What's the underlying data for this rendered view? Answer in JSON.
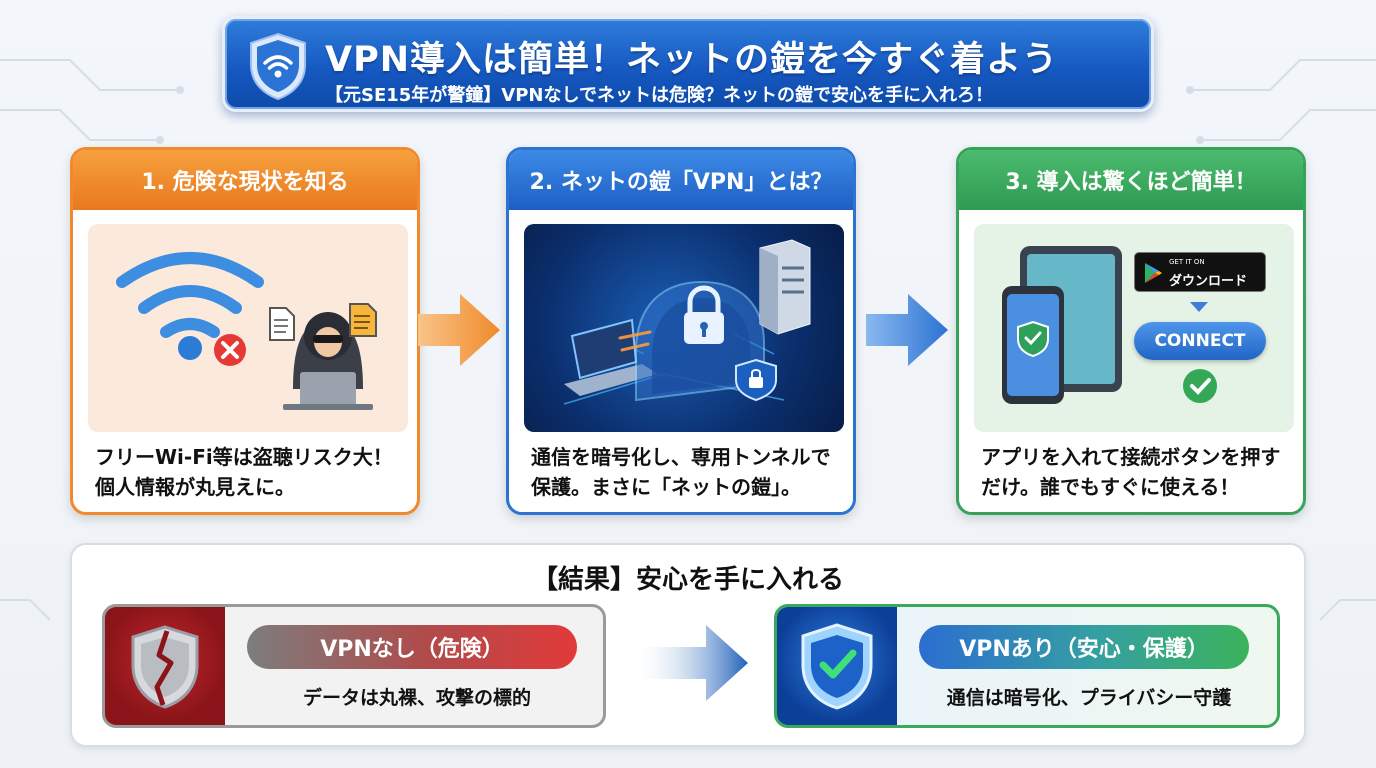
{
  "header": {
    "title": "VPN導入は簡単！ネットの鎧を今すぐ着よう",
    "subtitle": "【元SE15年が警鐘】VPNなしでネットは危険？ネットの鎧で安心を手に入れろ！"
  },
  "steps": [
    {
      "title": "1. 危険な現状を知る",
      "desc": "フリーWi-Fi等は盗聴リスク大！個人情報が丸見えに。"
    },
    {
      "title": "2. ネットの鎧「VPN」とは？",
      "desc": "通信を暗号化し、専用トンネルで保護。まさに「ネットの鎧」。"
    },
    {
      "title": "3. 導入は驚くほど簡単！",
      "desc": "アプリを入れて接続ボタンを押すだけ。誰でもすぐに使える！",
      "store_small": "GET IT ON",
      "store_big": "ダウンロード",
      "connect_label": "CONNECT"
    }
  ],
  "result": {
    "title": "【結果】安心を手に入れる",
    "without": {
      "label": "VPNなし（危険）",
      "desc": "データは丸裸、攻撃の標的"
    },
    "with": {
      "label": "VPNあり（安心・保護）",
      "desc": "通信は暗号化、プライバシー守護"
    }
  },
  "icons": [
    "vpn-shield-icon",
    "wifi-icon",
    "error-x-icon",
    "hacker-icon",
    "document-icon",
    "laptop-icon",
    "lock-icon",
    "server-icon",
    "tablet-icon",
    "phone-icon",
    "play-store-icon",
    "check-icon",
    "broken-shield-icon",
    "check-shield-icon",
    "arrow-right-icon"
  ],
  "colors": {
    "orange": "#f08a2a",
    "blue": "#2c73d2",
    "green": "#37a35a",
    "danger": "#e23a3a"
  }
}
